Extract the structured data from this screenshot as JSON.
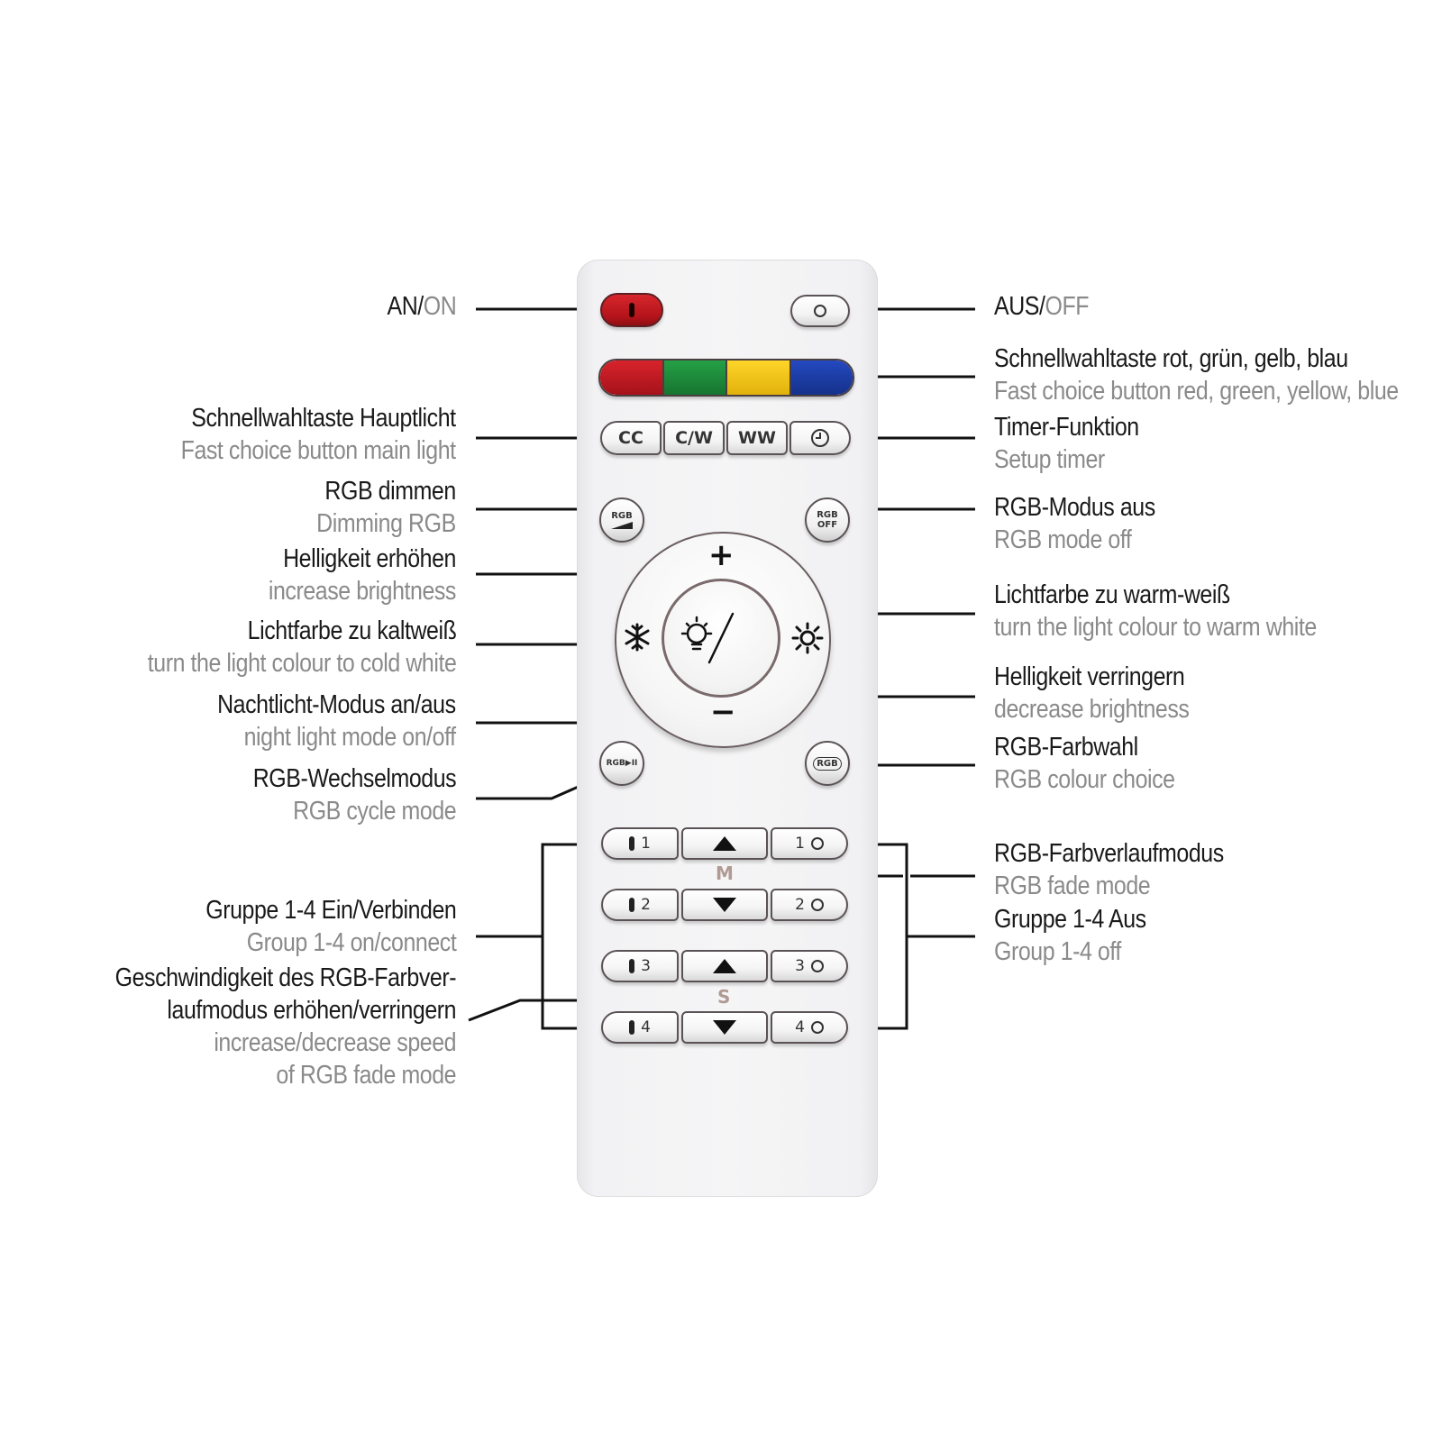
{
  "labels": {
    "on": {
      "de": "AN/",
      "en": "ON"
    },
    "off": {
      "de": "AUS/",
      "en": "OFF"
    },
    "fast_color": {
      "de": "Schnellwahltaste rot, grün, gelb, blau",
      "en": "Fast choice button red, green, yellow, blue"
    },
    "fast_main": {
      "de": "Schnellwahltaste Hauptlicht",
      "en": "Fast choice button main light"
    },
    "timer": {
      "de": "Timer-Funktion",
      "en": "Setup timer"
    },
    "rgb_dim": {
      "de": "RGB dimmen",
      "en": "Dimming RGB"
    },
    "rgb_off": {
      "de": "RGB-Modus aus",
      "en": "RGB mode off"
    },
    "bright_up": {
      "de": "Helligkeit erhöhen",
      "en": "increase brightness"
    },
    "warm": {
      "de": "Lichtfarbe zu warm-weiß",
      "en": "turn the light colour to warm white"
    },
    "cold": {
      "de": "Lichtfarbe zu kaltweiß",
      "en": "turn the light colour to cold white"
    },
    "bright_down": {
      "de": "Helligkeit verringern",
      "en": "decrease brightness"
    },
    "night": {
      "de": "Nachtlicht-Modus an/aus",
      "en": "night light mode on/off"
    },
    "rgb_choice": {
      "de": "RGB-Farbwahl",
      "en": "RGB colour choice"
    },
    "rgb_cycle": {
      "de": "RGB-Wechselmodus",
      "en": "RGB cycle mode"
    },
    "fade": {
      "de": "RGB-Farbverlaufmodus",
      "en": "RGB fade mode"
    },
    "group_on": {
      "de": "Gruppe 1-4 Ein/Verbinden",
      "en": "Group 1-4 on/connect"
    },
    "group_off": {
      "de": "Gruppe 1-4 Aus",
      "en": "Group 1-4 off"
    },
    "speed": {
      "de1": "Geschwindigkeit des RGB-Farbver-",
      "de2": "laufmodus erhöhen/verringern",
      "en1": "increase/decrease speed",
      "en2": "of RGB fade mode"
    }
  },
  "remote": {
    "main_buttons": [
      "CC",
      "C/W",
      "WW"
    ],
    "rgb_dim_text": "RGB",
    "rgb_off_text": [
      "RGB",
      "OFF"
    ],
    "rgb_cycle_text": "RGB▶II",
    "rgb_choice_text": "RGB",
    "plus": "+",
    "minus": "−",
    "group_numbers": [
      "1",
      "2",
      "3",
      "4"
    ],
    "marker_m": "M",
    "marker_s": "S"
  },
  "colors": {
    "quick": [
      "#c0161d",
      "#1e8a3a",
      "#f2c418",
      "#1c3fa8"
    ],
    "on_button": "#c0161d",
    "label_primary": "#1a1a1a",
    "label_secondary": "#8a8a8a"
  },
  "icons": {
    "on": "power-bar-icon",
    "off": "power-ring-icon",
    "timer": "clock-icon",
    "cold": "snowflake-icon",
    "warm": "sun-icon",
    "night": "bulb-moon-icon",
    "speed_up": "triangle-up-icon",
    "speed_down": "triangle-down-icon"
  }
}
